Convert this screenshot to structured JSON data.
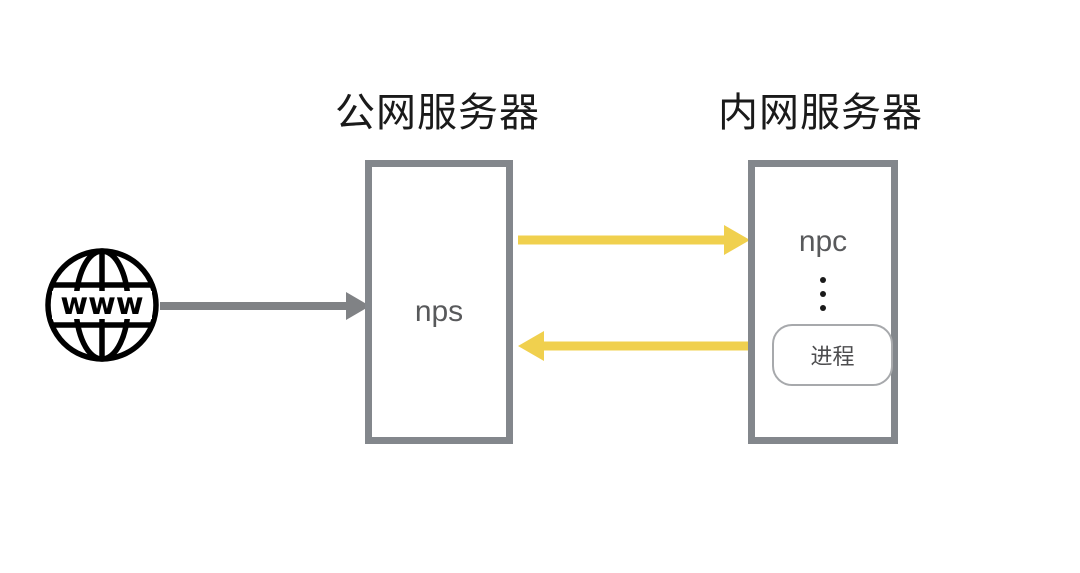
{
  "diagram": {
    "title_public_server": "公网服务器",
    "title_private_server": "内网服务器",
    "nps_box_label": "nps",
    "npc_box_label": "npc",
    "process_label": "进程",
    "globe_text": "www",
    "colors": {
      "background": "#ffffff",
      "title_text": "#1a1a1a",
      "box_border": "#83878c",
      "box_label_text": "#58595b",
      "pill_border": "#a7a9ac",
      "pill_text": "#4d4d4f",
      "gray_arrow": "#808285",
      "yellow_arrow": "#f0d04e",
      "globe": "#000000",
      "ellipsis_dot": "#1a1a1a"
    },
    "icons": {
      "globe": "globe-www-icon",
      "ellipsis": "vertical-ellipsis-icon"
    },
    "arrows": [
      {
        "name": "www-to-nps",
        "direction": "right",
        "color": "#808285",
        "from": "www",
        "to": "nps"
      },
      {
        "name": "nps-to-npc",
        "direction": "right",
        "color": "#f0d04e",
        "from": "nps",
        "to": "npc"
      },
      {
        "name": "npc-to-nps",
        "direction": "left",
        "color": "#f0d04e",
        "from": "npc",
        "to": "nps"
      }
    ]
  }
}
